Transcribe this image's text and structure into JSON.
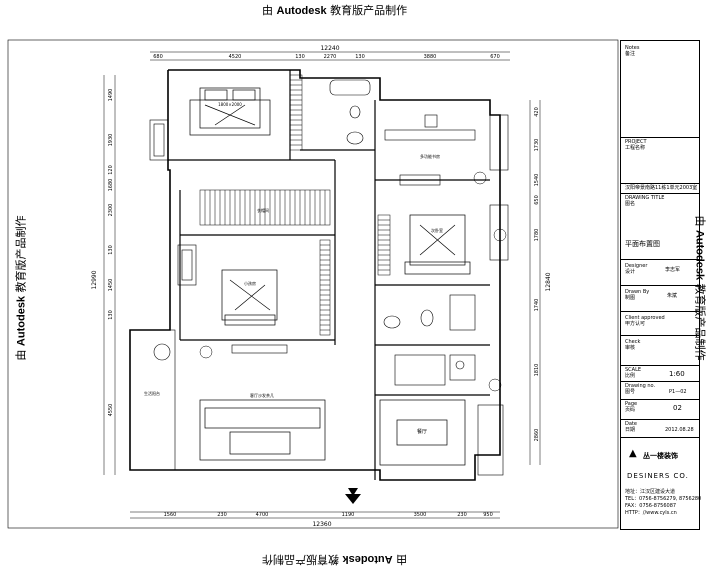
{
  "watermark": {
    "prefix": "由 ",
    "brand": "Autodesk",
    "suffix": " 教育版产品制作"
  },
  "dimensions": {
    "top_total": "12240",
    "top_segments": [
      "680",
      "4520",
      "130",
      "2270",
      "130",
      "3880",
      "670"
    ],
    "bottom_total": "12360",
    "bottom_segments": [
      "1560",
      "230",
      "4700",
      "1190",
      "3500",
      "230",
      "950"
    ],
    "left_segments": [
      "1490",
      "1930",
      "120",
      "1680",
      "2300",
      "130",
      "1450",
      "130",
      "4550"
    ],
    "left_total": "12990",
    "right_segments": [
      "420",
      "1730",
      "1540",
      "650",
      "1780",
      "1740",
      "1810",
      "2860"
    ],
    "right_total": "12840"
  },
  "rooms": {
    "master_bedroom": "1800×2000",
    "study": "多功能书房",
    "sub_bedroom": "次卧室",
    "kid_bedroom": "小孩房",
    "living_room": "客厅沙发茶几",
    "dining": "餐厅",
    "balcony": "生活阳台",
    "walk_in": "衣帽间"
  },
  "title_block": {
    "notes_label": "Notes",
    "notes_sub": "备注",
    "project_label": "PROJECT",
    "project_value": "工程名称",
    "project_name": "汉阳帝景南路11栋1单元2003室",
    "drawing_title_label": "DRAWING TITLE",
    "drawing_title_sub": "图名",
    "drawing_title_value": "平面布置图",
    "designer_label": "Designer",
    "designer_sub": "设计",
    "designer_value": "李志军",
    "drawn_label": "Drawn By",
    "drawn_sub": "制图",
    "drawn_value": "朱斌",
    "client_label": "Client approved",
    "client_sub": "甲方认可",
    "check_label": "Check",
    "check_sub": "审核",
    "scale_label": "SCALE",
    "scale_sub": "比例",
    "scale_value": "1:60",
    "drawing_no_label": "Drawing no.",
    "drawing_no_sub": "图号",
    "drawing_no_value": "P1—02",
    "page_label": "Page",
    "page_sub": "页码",
    "page_value": "02",
    "date_label": "Date",
    "date_sub": "日期",
    "date_value": "2012.08.28",
    "company_cn": "丛一楼装饰",
    "company_en": "DESINERS CO.",
    "address": "地址：江汉区建设大道",
    "tel": "TEL：0756-8756279, 8756280",
    "fax": "FAX：0756-8756087",
    "web": "HTTP：//www.cyls.cn"
  }
}
